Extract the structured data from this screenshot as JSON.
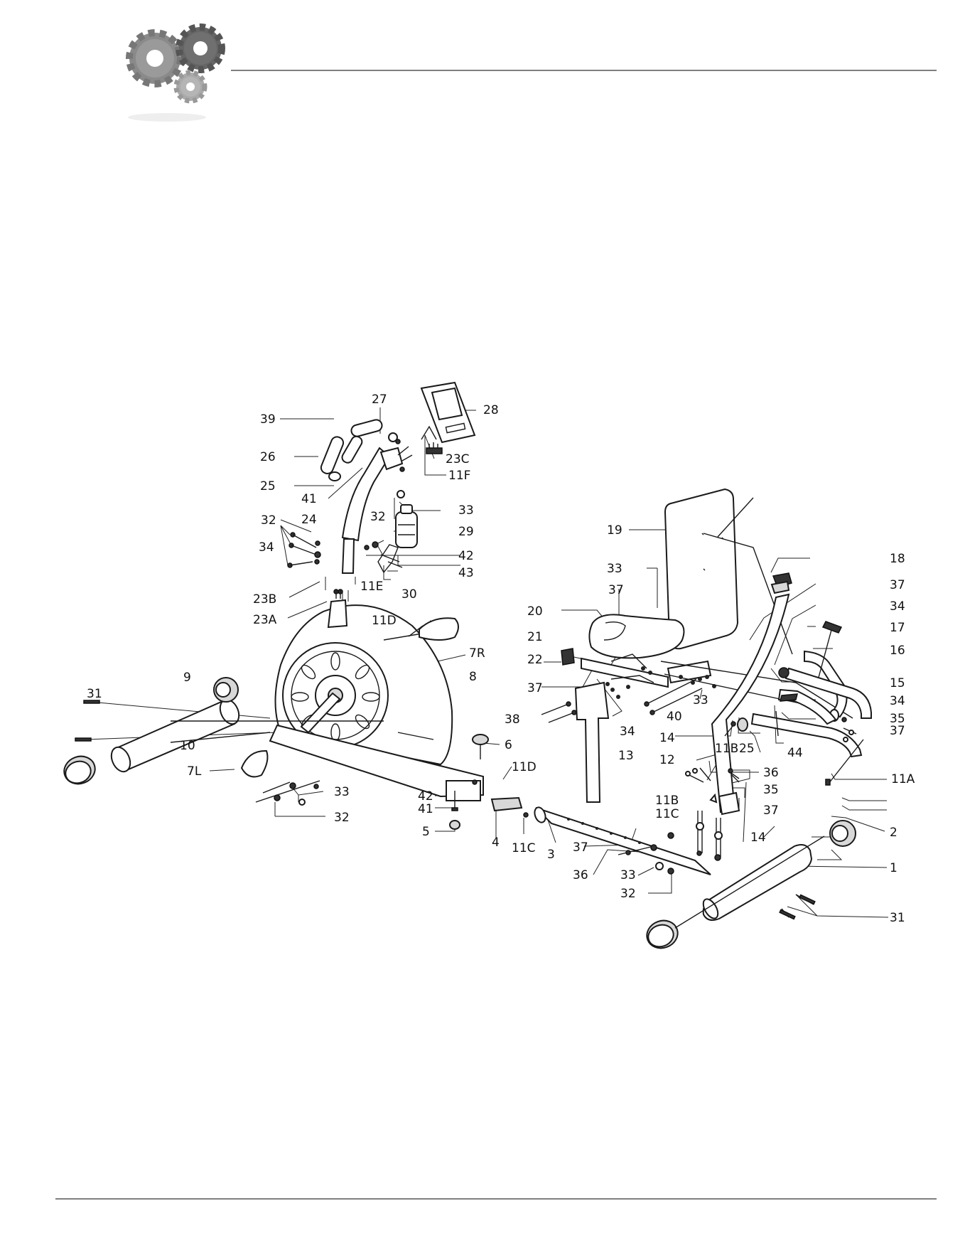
{
  "labels": {
    "l39": "39",
    "l27": "27",
    "l28": "28",
    "l26": "26",
    "l23C": "23C",
    "l25a": "25",
    "l11F": "11F",
    "l41a": "41",
    "l33a": "33",
    "l32a": "32",
    "l24": "24",
    "l29": "29",
    "l32b": "32",
    "l34a": "34",
    "l42a": "42",
    "l43": "43",
    "l23B": "23B",
    "l11E": "11E",
    "l30": "30",
    "l23A": "23A",
    "l11Da": "11D",
    "l7R": "7R",
    "l8": "8",
    "l9": "9",
    "l31a": "31",
    "l10": "10",
    "l6": "6",
    "l7L": "7L",
    "l11Db": "11D",
    "l33b": "33",
    "l42b": "42",
    "l41b": "41",
    "l32c": "32",
    "l5": "5",
    "l4": "4",
    "l11Ca": "11C",
    "l3": "3",
    "l19": "19",
    "l18": "18",
    "l33c": "33",
    "l37a": "37",
    "l37b": "37",
    "l34b": "34",
    "l20": "20",
    "l17": "17",
    "l16": "16",
    "l21": "21",
    "l22": "22",
    "l15": "15",
    "l37c": "37",
    "l33d": "33",
    "l34c": "34",
    "l38": "38",
    "l40": "40",
    "l35a": "35",
    "l37d": "37",
    "l34d": "34",
    "l14a": "14",
    "l11Ba": "11B",
    "l25b": "25",
    "l44": "44",
    "l13": "13",
    "l12": "12",
    "l11A": "11A",
    "l36a": "36",
    "l35b": "35",
    "l11Bb": "11B",
    "l37e": "37",
    "l11Cb": "11C",
    "l14b": "14",
    "l2": "2",
    "l37f": "37",
    "l36b": "36",
    "l33e": "33",
    "l1": "1",
    "l32d": "32",
    "l31b": "31"
  }
}
